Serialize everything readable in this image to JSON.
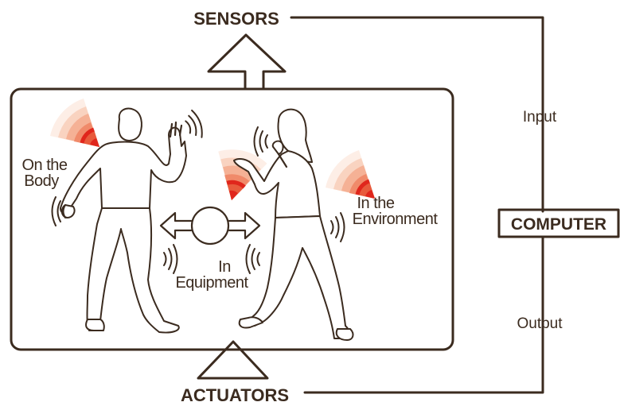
{
  "labels": {
    "sensors": "SENSORS",
    "actuators": "ACTUATORS",
    "computer": "COMPUTER",
    "input": "Input",
    "output": "Output",
    "on_the_body_line1": "On the",
    "on_the_body_line2": "Body",
    "in_the_environment_line1": "In the",
    "in_the_environment_line2": "Environment",
    "in_equipment_line1": "In",
    "in_equipment_line2": "Equipment"
  },
  "colors": {
    "outline": "#3b2b1f",
    "signal_core": "#e0261c",
    "signal_mid": "#f08a6a",
    "signal_outer": "#f9d3c0"
  },
  "icons": {
    "signal_wave": "signal-wave-icon",
    "vibration": "vibration-icon",
    "equipment_ball": "ball-icon"
  }
}
